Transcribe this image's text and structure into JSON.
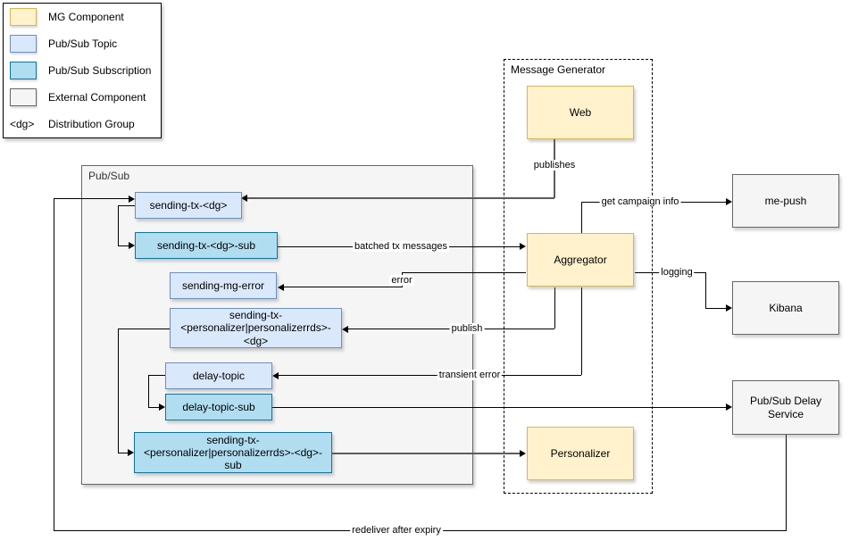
{
  "legend": {
    "items": [
      {
        "swatch": "mg-component",
        "label": "MG Component"
      },
      {
        "swatch": "pubsub-topic",
        "label": "Pub/Sub Topic"
      },
      {
        "swatch": "pubsub-subscription",
        "label": "Pub/Sub Subscription"
      },
      {
        "swatch": "external-component",
        "label": "External Component"
      },
      {
        "swatch": "distribution-group",
        "symbol": "<dg>",
        "label": "Distribution Group"
      }
    ]
  },
  "containers": {
    "pubsub": {
      "title": "Pub/Sub"
    },
    "message_generator": {
      "title": "Message Generator"
    }
  },
  "nodes": {
    "web": {
      "label": "Web",
      "type": "mg-component"
    },
    "aggregator": {
      "label": "Aggregator",
      "type": "mg-component"
    },
    "personalizer": {
      "label": "Personalizer",
      "type": "mg-component"
    },
    "sending_tx_dg": {
      "label": "sending-tx-<dg>",
      "type": "pubsub-topic"
    },
    "sending_tx_dg_sub": {
      "label": "sending-tx-<dg>-sub",
      "type": "pubsub-subscription"
    },
    "sending_mg_error": {
      "label": "sending-mg-error",
      "type": "pubsub-topic"
    },
    "sending_tx_personalizer_dg": {
      "label": "sending-tx-<personalizer|personalizerrds>-<dg>",
      "type": "pubsub-topic"
    },
    "delay_topic": {
      "label": "delay-topic",
      "type": "pubsub-topic"
    },
    "delay_topic_sub": {
      "label": "delay-topic-sub",
      "type": "pubsub-subscription"
    },
    "sending_tx_personalizer_dg_sub": {
      "label": "sending-tx-<personalizer|personalizerrds>-<dg>-sub",
      "type": "pubsub-subscription"
    },
    "me_push": {
      "label": "me-push",
      "type": "external"
    },
    "kibana": {
      "label": "Kibana",
      "type": "external"
    },
    "pubsub_delay_service": {
      "label": "Pub/Sub Delay Service",
      "type": "external"
    }
  },
  "edge_labels": {
    "publishes": "publishes",
    "batched_tx_messages": "batched tx messages",
    "error": "error",
    "get_campaign_info": "get campaign info",
    "logging": "logging",
    "publish": "publish",
    "transient_error": "transient error",
    "redeliver_after_expiry": "redeliver after expiry"
  },
  "colors": {
    "mg_fill": "#FFF2CC",
    "mg_stroke": "#D6B656",
    "topic_fill": "#DAE8FC",
    "topic_stroke": "#6C8EBF",
    "subscription_fill": "#B1DDF0",
    "subscription_stroke": "#10739E",
    "external_fill": "#F5F5F5",
    "external_stroke": "#666666",
    "container_fill": "#F5F5F5",
    "edge": "#000000",
    "background": "#FFFFFF"
  }
}
